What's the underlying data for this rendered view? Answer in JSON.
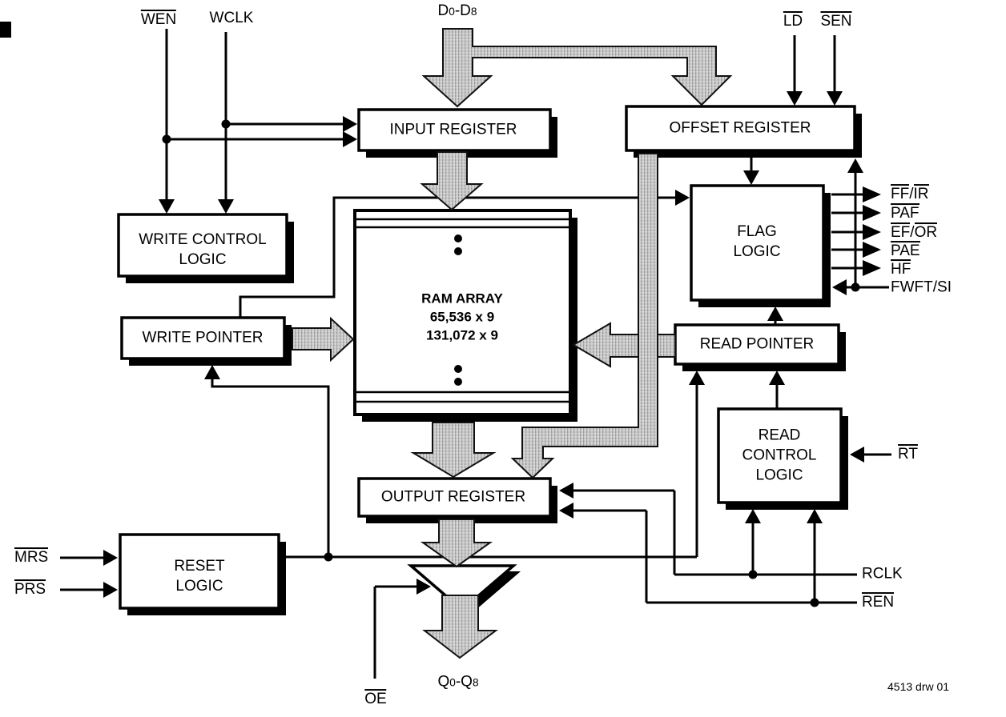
{
  "signals": {
    "wen": "WEN",
    "wclk": "WCLK",
    "ld": "LD",
    "sen": "SEN",
    "mrs": "MRS",
    "prs": "PRS",
    "oe": "OE",
    "rt": "RT",
    "rclk": "RCLK",
    "ren": "REN",
    "fwft": "FWFT/SI"
  },
  "buses": {
    "data_in": {
      "b1": "D",
      "s1": "0",
      "b2": "-D",
      "s2": "8"
    },
    "data_out": {
      "b1": "Q",
      "s1": "0",
      "b2": "-Q",
      "s2": "8"
    }
  },
  "flags": {
    "ff_ir": {
      "p1": "FF",
      "sep": "/",
      "p2": "IR"
    },
    "paf": "PAF",
    "ef_or": {
      "p1": "EF",
      "sep": "/",
      "p2": "OR"
    },
    "pae": "PAE",
    "hf": "HF"
  },
  "boxes": {
    "input_register": "INPUT REGISTER",
    "offset_register": "OFFSET REGISTER",
    "write_control": {
      "line1": "WRITE CONTROL",
      "line2": "LOGIC"
    },
    "write_pointer": "WRITE POINTER",
    "ram": {
      "line1": "RAM ARRAY",
      "line2": "65,536 x 9",
      "line3": "131,072 x 9"
    },
    "flag_logic": {
      "line1": "FLAG",
      "line2": "LOGIC"
    },
    "read_pointer": "READ POINTER",
    "read_control": {
      "line1": "READ",
      "line2": "CONTROL",
      "line3": "LOGIC"
    },
    "output_register": "OUTPUT REGISTER",
    "reset_logic": {
      "line1": "RESET",
      "line2": "LOGIC"
    }
  },
  "note": "4513 drw 01"
}
